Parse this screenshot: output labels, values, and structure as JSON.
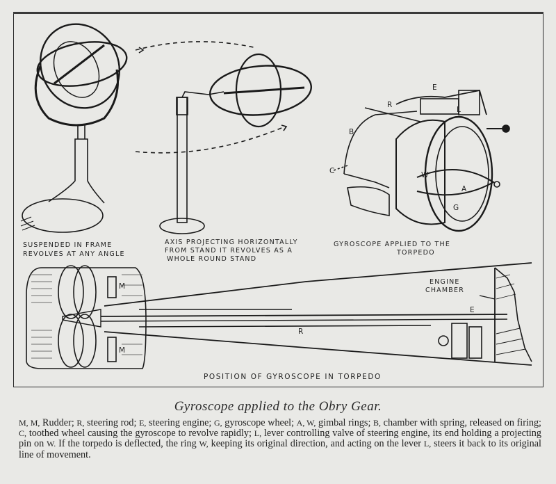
{
  "figures": {
    "fig1": {
      "caption_line1": "SUSPENDED IN FRAME",
      "caption_line2": "REVOLVES AT ANY ANGLE"
    },
    "fig2": {
      "caption_line1": "AXIS PROJECTING HORIZONTALLY",
      "caption_line2": "FROM STAND IT REVOLVES AS A",
      "caption_line3": "WHOLE ROUND STAND"
    },
    "fig3": {
      "caption_line1": "GYROSCOPE APPLIED TO THE",
      "caption_line2": "TORPEDO",
      "part_labels": {
        "E": "E",
        "R": "R",
        "L": "L",
        "B": "B",
        "C": "C",
        "W": "W",
        "A": "A",
        "G": "G"
      }
    },
    "fig4": {
      "caption": "POSITION OF GYROSCOPE IN TORPEDO",
      "engine_chamber_line1": "ENGINE",
      "engine_chamber_line2": "CHAMBER",
      "part_labels": {
        "M_top": "M",
        "M_bottom": "M",
        "E": "E",
        "R": "R"
      }
    }
  },
  "caption": {
    "title": "Gyroscope applied to the Obry Gear.",
    "legend": [
      {
        "key": "M, M,",
        "text": " Rudder; "
      },
      {
        "key": "R,",
        "text": " steering rod; "
      },
      {
        "key": "E,",
        "text": " steering engine; "
      },
      {
        "key": "G,",
        "text": " gyroscope wheel; "
      },
      {
        "key": "A, W,",
        "text": " gimbal rings; "
      },
      {
        "key": "B,",
        "text": " chamber with spring, released on firing; "
      },
      {
        "key": "C,",
        "text": " toothed wheel causing the gyroscope to revolve rapidly; "
      },
      {
        "key": "L,",
        "text": " lever controlling valve of steering engine, its end holding a projecting pin on "
      },
      {
        "key": "W.",
        "text": " If the torpedo is deflected, the ring "
      },
      {
        "key": "W,",
        "text": " keeping its original direction, and acting on the lever "
      },
      {
        "key": "L,",
        "text": " steers it back to its original line of movement."
      }
    ]
  }
}
